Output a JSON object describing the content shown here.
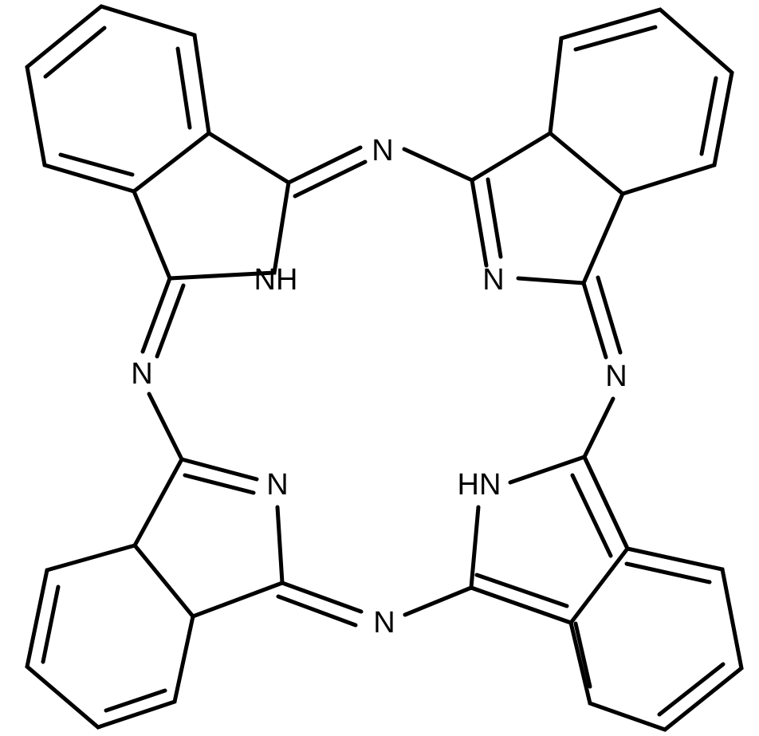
{
  "atoms": {
    "n_top": "N",
    "nh_left": "NH",
    "n_upper_right": "N",
    "n_left": "N",
    "n_right": "N",
    "n_lower_left": "N",
    "hn_lower_right": "HN",
    "n_bottom": "N"
  },
  "colors": {
    "bond": "#000000",
    "background": "#ffffff"
  }
}
